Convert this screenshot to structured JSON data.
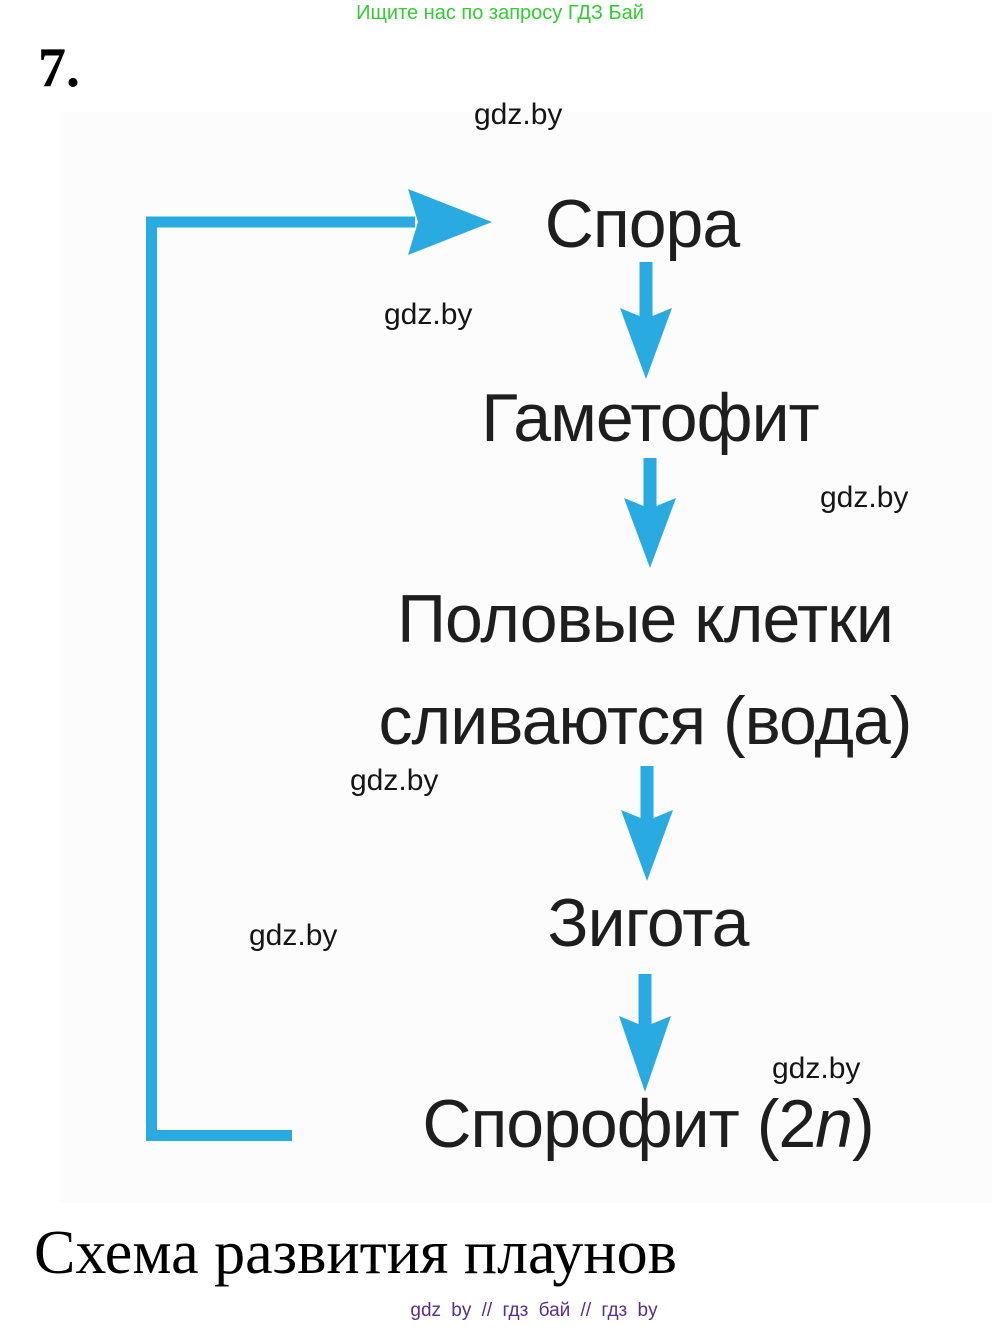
{
  "page": {
    "header_promo": "Ищите нас по запросу ГДЗ Бай",
    "item_number": "7.",
    "caption": "Схема развития плаунов",
    "footer_links": "gdz by // гдз бай // гдз by"
  },
  "watermark": {
    "text": "gdz.by"
  },
  "colors": {
    "arrow_blue": "#29abe2",
    "promo_green": "#33cc33",
    "footer_purple": "#5b2d8e",
    "label_black": "#1e1e1e"
  },
  "diagram": {
    "type": "flowchart",
    "nodes": [
      {
        "id": "spore",
        "label": "Спора"
      },
      {
        "id": "gametophyte",
        "label": "Гаметофит"
      },
      {
        "id": "gametes",
        "line1": "Половые клетки",
        "line2": "сливаются (вода)"
      },
      {
        "id": "zygote",
        "label": "Зигота"
      },
      {
        "id": "sporophyte",
        "label_pre": "Спорофит (2",
        "label_ploidy": "n",
        "label_post": ")"
      }
    ],
    "edges": [
      {
        "from": "spore",
        "to": "gametophyte"
      },
      {
        "from": "gametophyte",
        "to": "gametes"
      },
      {
        "from": "gametes",
        "to": "zygote"
      },
      {
        "from": "zygote",
        "to": "sporophyte"
      },
      {
        "from": "sporophyte",
        "to": "spore",
        "style": "loop-left"
      }
    ]
  }
}
